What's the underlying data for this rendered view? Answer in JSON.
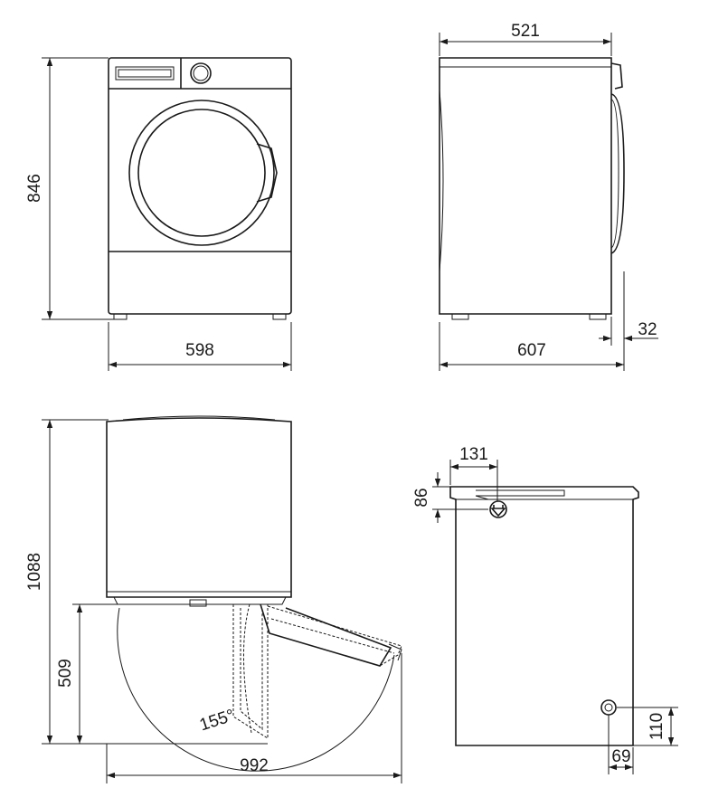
{
  "dimensions": {
    "front_width": "598",
    "front_height": "846",
    "side_top_depth": "521",
    "side_total_depth": "607",
    "side_door_protrusion": "32",
    "top_open_height": "1088",
    "top_hinge_depth": "509",
    "top_open_depth": "992",
    "door_angle": "155°",
    "rear_socket_x": "131",
    "rear_socket_y": "86",
    "rear_drain_height": "110",
    "rear_drain_offset": "69"
  },
  "icons": {
    "socket": "power-plug-icon"
  }
}
